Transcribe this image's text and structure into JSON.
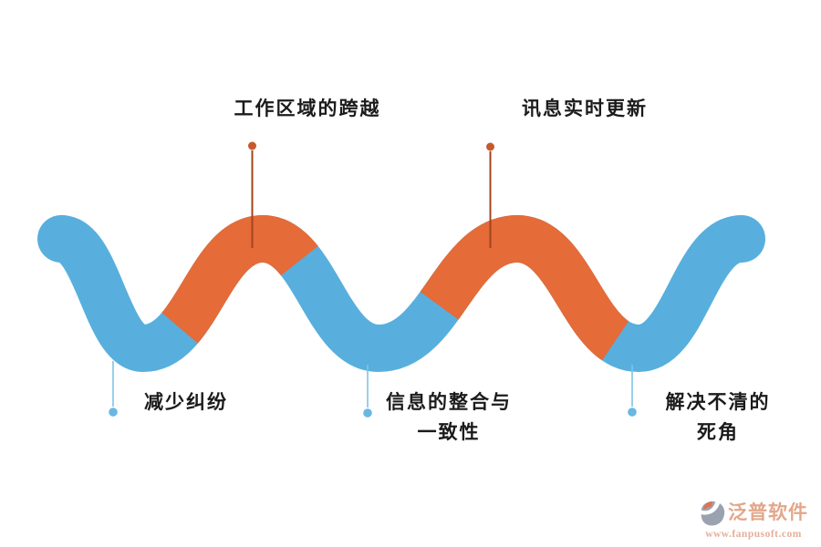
{
  "diagram_title": "",
  "callouts": {
    "top": [
      {
        "label": "工作区域的跨越"
      },
      {
        "label": "讯息实时更新"
      }
    ],
    "bottom": [
      {
        "lines": [
          "减少纠纷",
          ""
        ]
      },
      {
        "lines": [
          "信息的整合与",
          "一致性"
        ]
      },
      {
        "lines": [
          "解决不清的",
          "死角"
        ]
      }
    ]
  },
  "wave": {
    "orange_segments": [
      [
        0.188,
        0.36
      ],
      [
        0.561,
        0.816
      ]
    ]
  },
  "colors": {
    "wave_blue": "#58AFDD",
    "wave_orange": "#E56B38",
    "top_leader_line": "#A2441E",
    "top_leader_dot": "#C75A2C",
    "bottom_leader_line": "#7FC3E8",
    "bottom_leader_dot": "#69B7E3",
    "label_text": "#1B1B1B"
  },
  "brand": {
    "name": "泛普软件",
    "url": "www.fanpusoft.com",
    "name_color": "#DF9B7B",
    "url_color": "#E2A38B"
  }
}
